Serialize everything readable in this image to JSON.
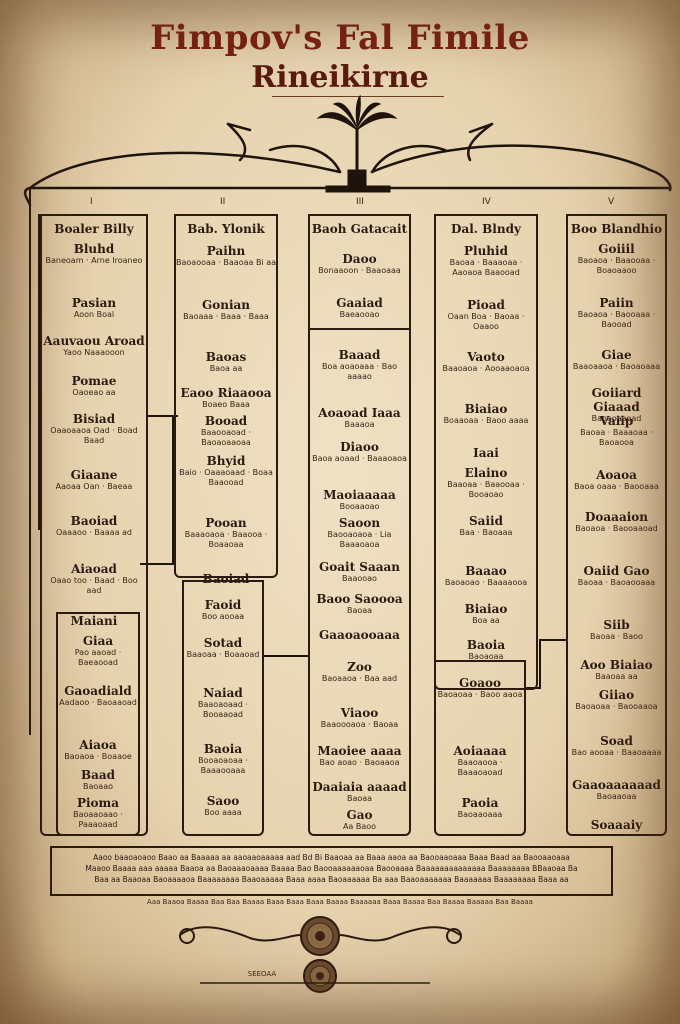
{
  "title": {
    "line1": "Fimpov's Fal Fimile",
    "line2": "Rineikirne"
  },
  "generation_labels": [
    "I",
    "II",
    "III",
    "IV",
    "V"
  ],
  "columns": [
    {
      "entries": [
        {
          "name": "Boaler Billy",
          "detail": ""
        },
        {
          "name": "Bluhd",
          "detail": "Baneoam · Arne Iroaneo"
        },
        {
          "name": "Pasian",
          "detail": "Aoon Boal"
        },
        {
          "name": "Aauvaou Aroad",
          "detail": "Yaoo Naaaooon"
        },
        {
          "name": "Pomae",
          "detail": "Oaoeao aa"
        },
        {
          "name": "Bisiad",
          "detail": "Oaaoaaoa Oad · Boad Baad"
        },
        {
          "name": "Giaane",
          "detail": "Aaoaa Oan · Baeaa"
        },
        {
          "name": "Baoiad",
          "detail": "Oaaaoo · Baaaa ad"
        },
        {
          "name": "Aiaoad",
          "detail": "Oaao too · Baad · Boo aad"
        },
        {
          "name": "Maiani",
          "detail": ""
        },
        {
          "name": "Giaa",
          "detail": "Pao aaoad · Baeaooad"
        },
        {
          "name": "Gaoadiald",
          "detail": "Aadaoo · Baoaaoad"
        },
        {
          "name": "Aiaoa",
          "detail": "Baoaoa · Boaaoe"
        },
        {
          "name": "Baad",
          "detail": "Baoaao"
        },
        {
          "name": "Pioma",
          "detail": "Baoaaoaao · Paaaoaad"
        }
      ]
    },
    {
      "entries": [
        {
          "name": "Bab. Ylonik",
          "detail": ""
        },
        {
          "name": "Paihn",
          "detail": "Baoaooaa · Baaoaa Bi aa"
        },
        {
          "name": "Gonian",
          "detail": "Baoaaa · Baaa · Baaa"
        },
        {
          "name": "Baoas",
          "detail": "Baoa aa"
        },
        {
          "name": "Eaoo Riaaooa",
          "detail": "Boaeo Baaa"
        },
        {
          "name": "Booad",
          "detail": "Baaooaoad · Baoaoaaoaa"
        },
        {
          "name": "Bhyid",
          "detail": "Baio · Oaaaoaad · Boaa Baaooad"
        },
        {
          "name": "Pooan",
          "detail": "Baaaoaoa · Baaooa · Boaaoaa"
        },
        {
          "name": "Baoiad",
          "detail": ""
        },
        {
          "name": "Faoid",
          "detail": "Boo aooaa"
        },
        {
          "name": "Sotad",
          "detail": "Baaoaa · Boaaoad"
        },
        {
          "name": "Naiad",
          "detail": "Baaoaoaad · Booaaoad"
        },
        {
          "name": "Baoia",
          "detail": "Booaoaoaa · Baaaooaaa"
        },
        {
          "name": "Saoo",
          "detail": "Boo aaaa"
        }
      ]
    },
    {
      "entries": [
        {
          "name": "Baoh Gatacait",
          "detail": ""
        },
        {
          "name": "Daoo",
          "detail": "Bonaaoon · Baaoaaa"
        },
        {
          "name": "Gaaiad",
          "detail": "Baeaooao"
        },
        {
          "name": "Baaad",
          "detail": "Boa aoaoaaa · Bao aaaao"
        },
        {
          "name": "Aoaoad Iaaa",
          "detail": "Baaaoa"
        },
        {
          "name": "Diaoo",
          "detail": "Baoa aoaad · Baaaoaoa"
        },
        {
          "name": "Maoiaaaaa",
          "detail": "Booaaoao"
        },
        {
          "name": "Saoon",
          "detail": "Baooaoaoa · Lia Baaaoaoa"
        },
        {
          "name": "Goait Saaan",
          "detail": "Baaooao"
        },
        {
          "name": "Baoo Saoooa",
          "detail": "Baoaa"
        },
        {
          "name": "Gaaoaooaaa",
          "detail": ""
        },
        {
          "name": "Zoo",
          "detail": "Baoaaoa · Baa aad"
        },
        {
          "name": "Viaoo",
          "detail": "Baaoooaoa · Baoaa"
        },
        {
          "name": "Maoiee aaaa",
          "detail": "Bao aoao · Baoaaoa"
        },
        {
          "name": "Daaiaia aaaad",
          "detail": "Baoaa"
        },
        {
          "name": "Gao",
          "detail": "Aa Baoo"
        }
      ]
    },
    {
      "entries": [
        {
          "name": "Dal. Blndy",
          "detail": ""
        },
        {
          "name": "Pluhid",
          "detail": "Baoaa · Baaaoaa · Aaoaoa Baaooad"
        },
        {
          "name": "Pioad",
          "detail": "Oaan Boa · Baoaa · Oaaoo"
        },
        {
          "name": "Vaoto",
          "detail": "Baaoaoa · Aooaaoaoa"
        },
        {
          "name": "Biaiao",
          "detail": "Boaaoaa · Baoo aaaa"
        },
        {
          "name": "Iaai",
          "detail": ""
        },
        {
          "name": "Elaino",
          "detail": "Baaoaa · Baaooaa · Booaoao"
        },
        {
          "name": "Saiid",
          "detail": "Baa · Baoaaa"
        },
        {
          "name": "Baaao",
          "detail": "Baoaoao · Baaaaooa"
        },
        {
          "name": "Biaiao",
          "detail": "Boa aa"
        },
        {
          "name": "Baoia",
          "detail": "Baoaoaa"
        },
        {
          "name": "Goaoo",
          "detail": "Baoaoaa · Baoo aaoa"
        },
        {
          "name": "Aoiaaaa",
          "detail": "Baaoaooa · Baaaoaoad"
        },
        {
          "name": "Paoia",
          "detail": "Baoaaoaaa"
        }
      ]
    },
    {
      "entries": [
        {
          "name": "Boo Blandhio",
          "detail": ""
        },
        {
          "name": "Goiiil",
          "detail": "Baoaoa · Baaooaa · Boaoaaoo"
        },
        {
          "name": "Paiin",
          "detail": "Baoaoa · Baooaaa · Baooad"
        },
        {
          "name": "Giae",
          "detail": "Baaoaaoa · Baoaoaaa"
        },
        {
          "name": "Goiiard Giaaad",
          "detail": "Baoaoaaoad"
        },
        {
          "name": "Vaiip",
          "detail": "Baoaa · Baaaoaa · Baoaooa"
        },
        {
          "name": "Aoaoa",
          "detail": "Baoa oaaa · Baooaaa"
        },
        {
          "name": "Doaaaion",
          "detail": "Baoaoa · Baooaaoad"
        },
        {
          "name": "Oaiid Gao",
          "detail": "Baoaa · Baoaooaaa"
        },
        {
          "name": "Siib",
          "detail": "Baoaa · Baoo"
        },
        {
          "name": "Aoo Biaiao",
          "detail": "Baaoaa aa"
        },
        {
          "name": "Giiao",
          "detail": "Baoaoaa · Baooaaoa"
        },
        {
          "name": "Soad",
          "detail": "Bao aooaa · Baaoaaaa"
        },
        {
          "name": "Gaaoaaaaaad",
          "detail": "Baoaaoaa"
        },
        {
          "name": "Soaaaiy",
          "detail": ""
        }
      ]
    }
  ],
  "notes": {
    "line1": "Aaoo baaoaoaoo Baao aa Baaaaa aa aaoaaoaaaaa aad Bd Bi Baaoaa aa Baaa aaoa aa Baooaaoaaa Baaa Baad aa Baooaaoaaa",
    "line2": "Maaoo Baaaa aaa aaaaa Baaoa aa Baoaaaoaaaa Baaaa Bao Baooaaaaaaoaa Baooaaaa Baaaaaaaaaaaaaa Baaaaaaaa BBaaoaa Ba",
    "line3": "Baa aa Baaoaa Baoaaaaoa Baaaaaaaa Baaoaaaaa Baaa aaaa Baoaaaaaa Ba aaa Baaoaaaaaaa Baaaaaaa Baaaaaaaa Baaa aa"
  },
  "foot_note": "Aaa Baaoa Baaaa Baa Baa Baaaa Baaa Baaa Baaa Baaaa Baaaaaa Baaa Baaaa Baa Baaaa Baaaaa Baa Baaaa",
  "footer_label": "SEEOAA",
  "colors": {
    "ink": "#2a1a10",
    "title": "#7a1f14",
    "parchment": "#e6d2ae"
  },
  "icons": {
    "tree_top": "palm-tree-icon",
    "seal_top": "wax-seal-icon",
    "seal_bottom": "wax-seal-icon",
    "flourish": "flourish-ornament-icon"
  }
}
